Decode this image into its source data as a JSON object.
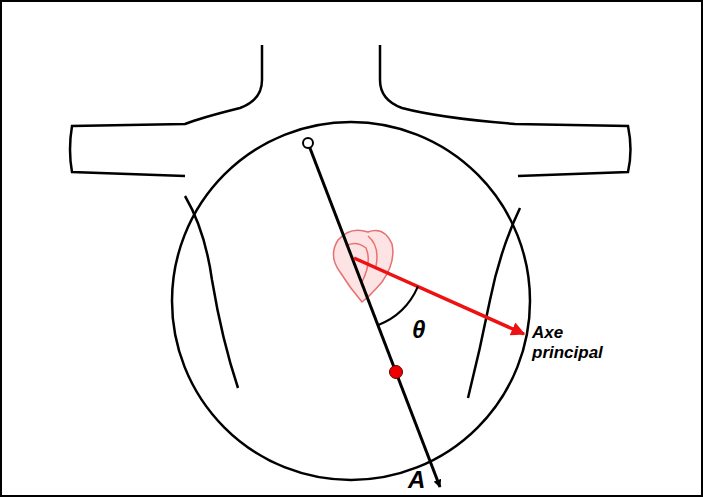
{
  "diagram": {
    "labels": [
      "θ",
      "Axe principal",
      "A"
    ]
  }
}
